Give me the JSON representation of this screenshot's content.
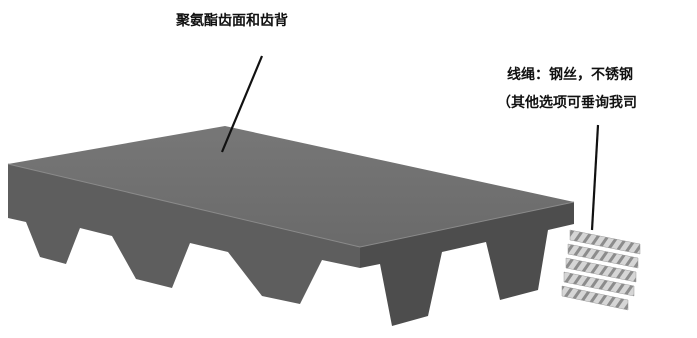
{
  "labels": {
    "top": "聚氨酯齿面和齿背",
    "right_line1": "线绳：钢丝，不锈钢",
    "right_line2": "（其他选项可垂询我司"
  },
  "colors": {
    "belt_top": "#6e6e6e",
    "belt_front": "#5f5f5f",
    "belt_side": "#4f4f4f",
    "cord": "#bfbfbf",
    "leader": "#111111"
  }
}
